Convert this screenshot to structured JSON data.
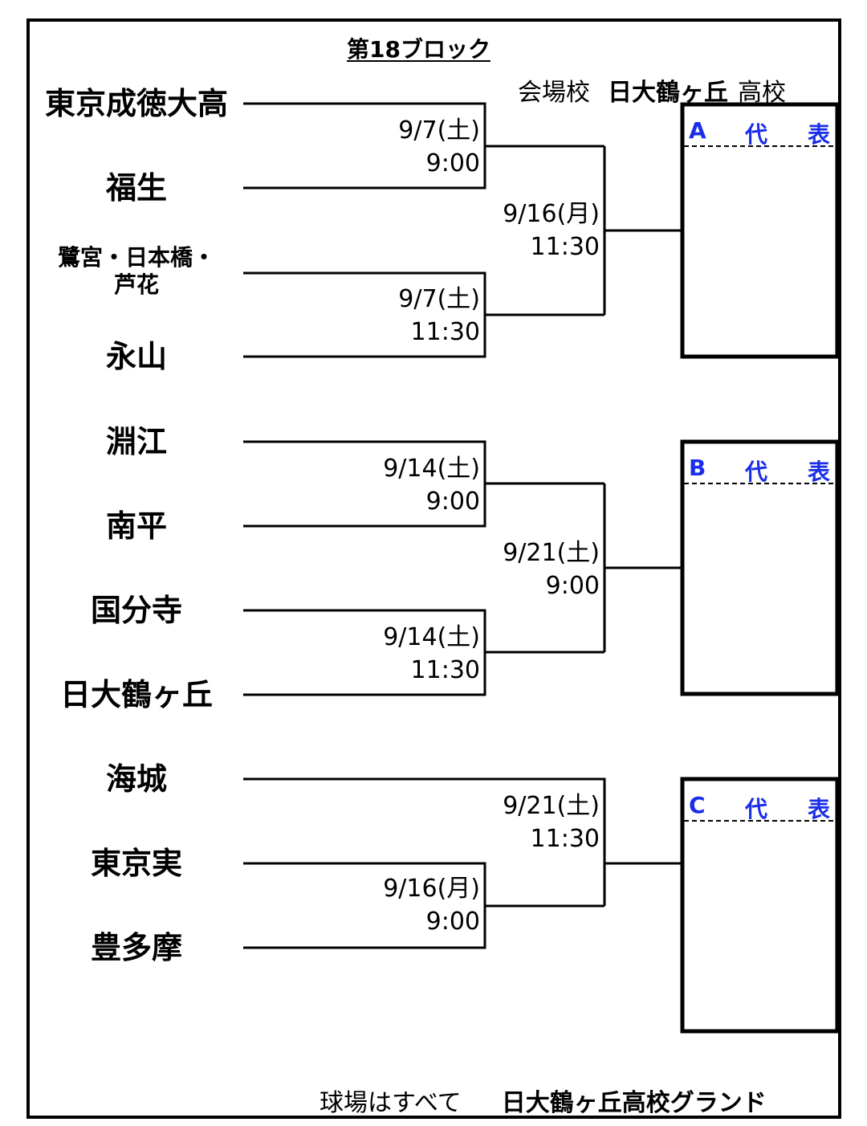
{
  "header": {
    "block_title": "第18ブロック",
    "venue_label": "会場校",
    "venue_school": "日大鶴ヶ丘",
    "venue_suffix": "高校"
  },
  "footer": {
    "note": "球場はすべて",
    "ground": "日大鶴ヶ丘高校グランド"
  },
  "teams": [
    "東京成徳大高",
    "福生",
    "鷺宮・日本橋・",
    "芦花",
    "永山",
    "淵江",
    "南平",
    "国分寺",
    "日大鶴ヶ丘",
    "海城",
    "東京実",
    "豊多摩"
  ],
  "games": [
    {
      "date": "9/7(土)",
      "time": "9:00"
    },
    {
      "date": "9/7(土)",
      "time": "11:30"
    },
    {
      "date": "9/16(月)",
      "time": "11:30"
    },
    {
      "date": "9/14(土)",
      "time": "9:00"
    },
    {
      "date": "9/14(土)",
      "time": "11:30"
    },
    {
      "date": "9/21(土)",
      "time": "9:00"
    },
    {
      "date": "9/16(月)",
      "time": "9:00"
    },
    {
      "date": "9/21(土)",
      "time": "11:30"
    }
  ],
  "representatives": [
    {
      "letter": "A",
      "c1": "代",
      "c2": "表"
    },
    {
      "letter": "B",
      "c1": "代",
      "c2": "表"
    },
    {
      "letter": "C",
      "c1": "代",
      "c2": "表"
    }
  ],
  "colors": {
    "rep_label": "#1a2ee8",
    "lines": "#000000"
  }
}
